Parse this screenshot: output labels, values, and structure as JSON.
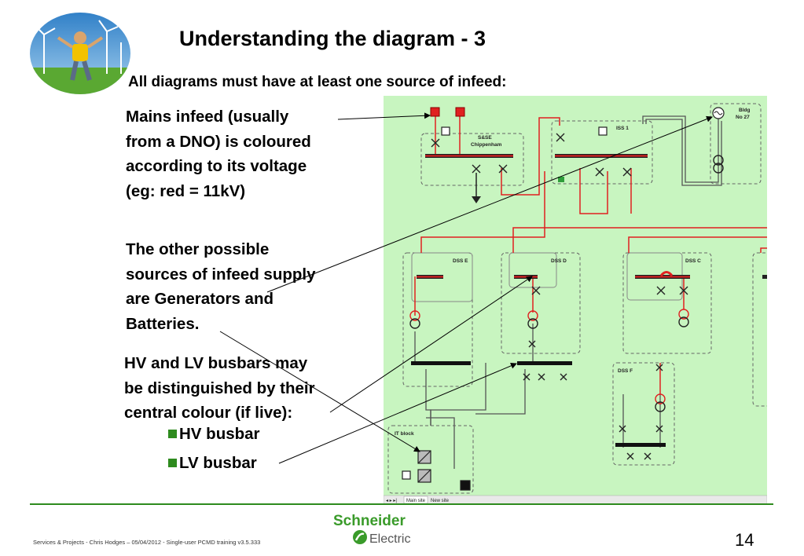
{
  "slide": {
    "title": "Understanding the diagram - 3",
    "subtitle": "All diagrams must have at least one source of infeed:",
    "paragraph1": [
      "Mains infeed (usually",
      "from a DNO) is coloured",
      "according to its voltage",
      "(eg: red = 11kV)"
    ],
    "paragraph2": [
      "The other possible",
      "sources of infeed supply",
      "are Generators and",
      "Batteries."
    ],
    "paragraph3": [
      "HV and LV busbars may",
      "be distinguished by their",
      "central colour (if live):"
    ],
    "bullets": [
      "HV busbar",
      "LV busbar"
    ],
    "footer": "Services & Projects - Chris Hodges – 05/04/2012 - Single-user PCMD training v3.5.333",
    "page_number": "14"
  },
  "brand": {
    "line1": "Schneider",
    "line2": "Electric",
    "color": "#3a9b2a"
  },
  "diagram": {
    "background": "#c8f5c0",
    "hv_color": "#e02020",
    "labels": {
      "sse": [
        "S&SE",
        "Chippenham"
      ],
      "iss1": "ISS 1",
      "bldg": [
        "Bldg",
        "No 27"
      ],
      "dsse": "DSS E",
      "dssd": "DSS D",
      "dssc": "DSS C",
      "dssf": "DSS F",
      "itblock": "IT block"
    },
    "tabs": [
      "Main site",
      "New site"
    ]
  }
}
